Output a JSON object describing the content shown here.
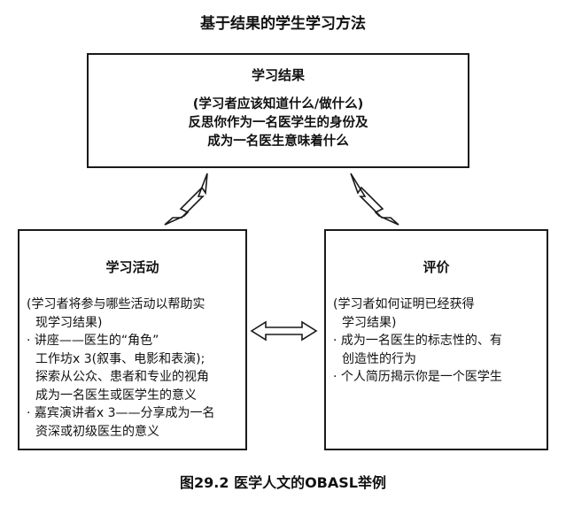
{
  "title": "基于结果的学生学习方法",
  "outcome": {
    "heading": "学习结果",
    "lines": [
      "(学习者应该知道什么/做什么)",
      "反思你作为一名医学生的身份及",
      "成为一名医生意味着什么"
    ]
  },
  "activity": {
    "heading": "学习活动",
    "lines": [
      "(学习者将参与哪些活动以帮助实",
      "现学习结果)",
      "· 讲座——医生的“角色”",
      "工作坊x 3(叙事、电影和表演);",
      "探索从公众、患者和专业的视角",
      "成为一名医生或医学生的意义",
      "· 嘉宾演讲者x 3——分享成为一名",
      "资深或初级医生的意义"
    ]
  },
  "assessment": {
    "heading": "评价",
    "lines": [
      "(学习者如何证明已经获得",
      "学习结果)",
      "· 成为一名医生的标志性的、有",
      "创造性的行为",
      "· 个人简历揭示你是一个医学生"
    ]
  },
  "caption": "图29.2  医学人文的OBASL举例"
}
